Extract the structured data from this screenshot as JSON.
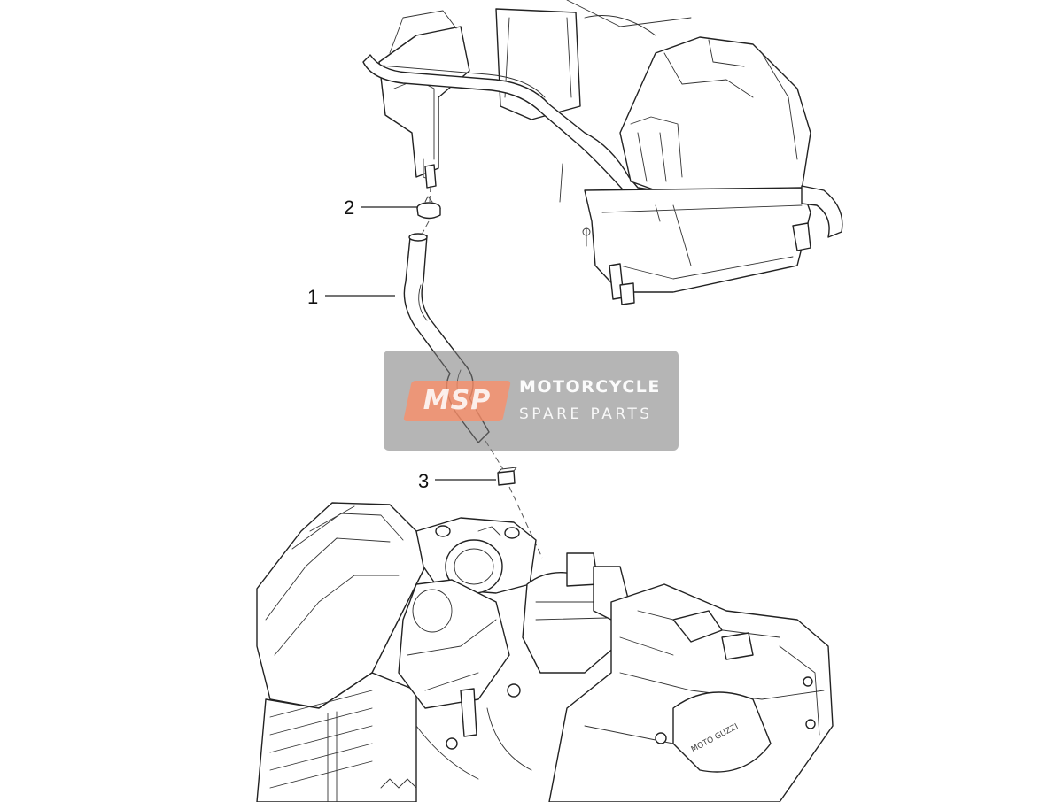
{
  "callouts": [
    {
      "label": "1",
      "part": "hose"
    },
    {
      "label": "2",
      "part": "clamp"
    },
    {
      "label": "3",
      "part": "clip"
    }
  ],
  "watermark": {
    "badge": "MSP",
    "line1": "MOTORCYCLE",
    "line2": "SPARE PARTS"
  },
  "engine_cover_text": "MOTO GUZZI"
}
